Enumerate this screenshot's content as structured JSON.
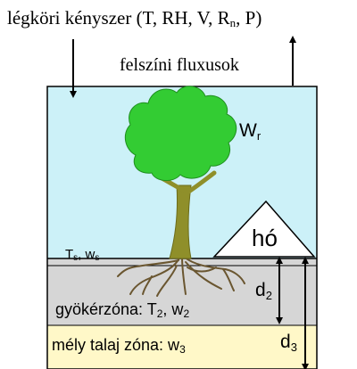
{
  "top_caption": {
    "prefix": "légköri kényszer (T, RH, V, R",
    "sub": "n",
    "suffix": ", P)"
  },
  "flux_label": "felszíni fluxusok",
  "tree_label": {
    "base": "W",
    "sub": "r"
  },
  "snow_label": "hó",
  "surface_label": {
    "t": "T",
    "t_sub": "s",
    "sep": ", w",
    "w_sub": "s"
  },
  "root_zone_label": {
    "prefix": "gyökérzóna: T",
    "t_sub": "2",
    "sep": ", w",
    "w_sub": "2"
  },
  "deep_zone_label": {
    "prefix": "mély talaj zóna: w",
    "w_sub": "3"
  },
  "depth_labels": {
    "d2": {
      "base": "d",
      "sub": "2"
    },
    "d3": {
      "base": "d",
      "sub": "3"
    }
  },
  "colors": {
    "sky": "#ccf1f8",
    "root_zone": "#d6d6d6",
    "deep_zone": "#fff8c8",
    "foliage": "#33cc33",
    "trunk": "#8f8f2a",
    "outline": "#000000"
  }
}
